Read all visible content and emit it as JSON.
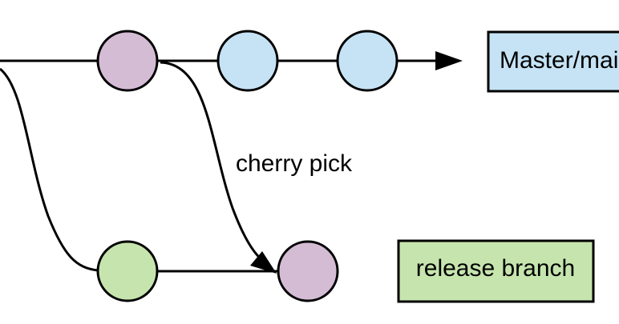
{
  "colors": {
    "line": "#000000",
    "commit_purple": "#d5bcd5",
    "commit_blue": "#c5e3f5",
    "commit_green": "#c6e5ae",
    "master_box": "#c5e3f5",
    "release_box": "#c6e5ae"
  },
  "branches": {
    "master": {
      "label": "Master/main"
    },
    "release": {
      "label": "release branch"
    }
  },
  "annotation": {
    "cherry_pick": "cherry pick"
  },
  "commits": [
    {
      "id": "master-1",
      "branch": "master",
      "color": "commit_purple"
    },
    {
      "id": "master-2",
      "branch": "master",
      "color": "commit_blue"
    },
    {
      "id": "master-3",
      "branch": "master",
      "color": "commit_blue"
    },
    {
      "id": "release-1",
      "branch": "release",
      "color": "commit_green"
    },
    {
      "id": "release-cherry",
      "branch": "release",
      "color": "commit_purple"
    }
  ]
}
